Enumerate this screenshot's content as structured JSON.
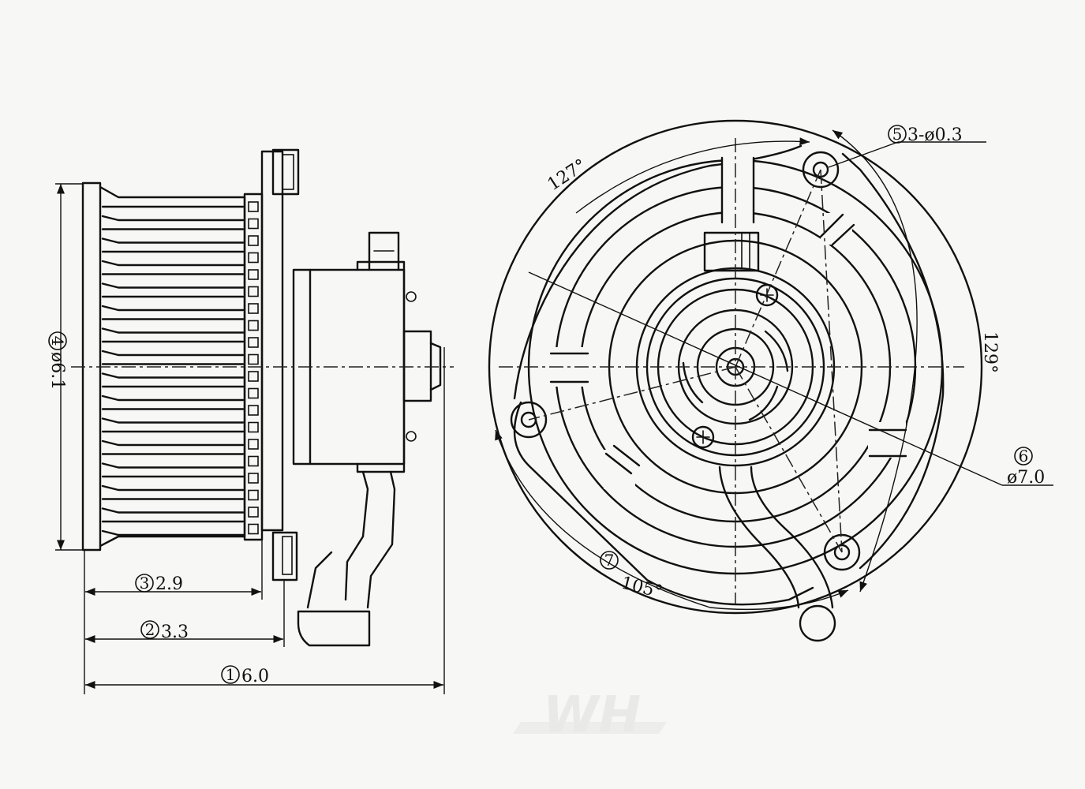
{
  "side_view": {
    "dim_overall_length": {
      "num": "1",
      "value": "6.0"
    },
    "dim_mount_depth": {
      "num": "2",
      "value": "3.3"
    },
    "dim_wheel_width": {
      "num": "3",
      "value": "2.9"
    },
    "dim_wheel_diameter": {
      "num": "4",
      "value": "ø6.1"
    }
  },
  "front_view": {
    "dim_holes": {
      "num": "5",
      "value": "3-ø0.3"
    },
    "dim_bolt_circle": {
      "num": "6",
      "value": "ø7.0"
    },
    "dim_angle_bottom": {
      "num": "7",
      "value": "105°"
    },
    "angle_top": "127°",
    "angle_right": "129°"
  }
}
